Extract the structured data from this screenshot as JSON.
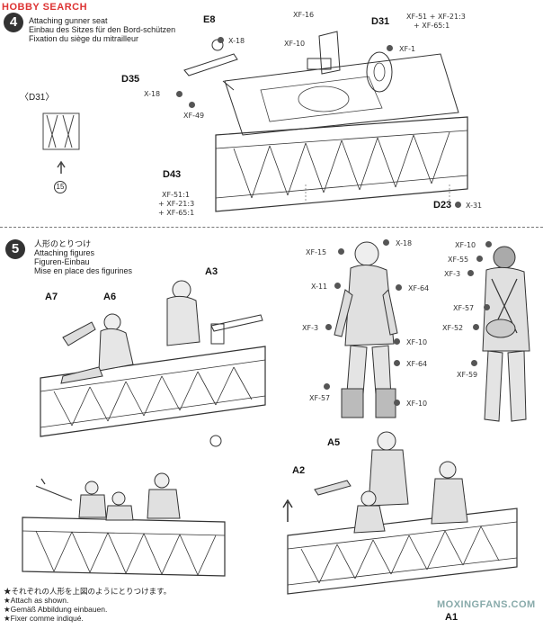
{
  "watermark_top": "HOBBY SEARCH",
  "step4": {
    "number": "4",
    "title_line1": "Attaching gunner seat",
    "title_line2": "Einbau des Sitzes für den Bord-schützen",
    "title_line3": "Fixation du siège du mitrailleur",
    "inset_label": "D31",
    "inset_ref": "15",
    "parts": {
      "e8": "E8",
      "d35": "D35",
      "d31": "D31",
      "d43": "D43",
      "d23": "D23"
    },
    "codes": {
      "x18a": "X-18",
      "xf16": "XF-16",
      "xf10": "XF-10",
      "xf51mix": "XF-51 + XF-21:3",
      "xf65": "+ XF-65:1",
      "xf1": "XF-1",
      "x18b": "X-18",
      "xf49": "XF-49",
      "x31": "X-31",
      "d43_l1": "XF-51:1",
      "d43_l2": "+ XF-21:3",
      "d43_l3": "+ XF-65:1"
    }
  },
  "step5": {
    "number": "5",
    "title_jp": "人形のとりつけ",
    "title_en": "Attaching figures",
    "title_de": "Figuren-Einbau",
    "title_fr": "Mise en place des figurines",
    "parts": {
      "a3": "A3",
      "a7": "A7",
      "a6": "A6",
      "a5": "A5",
      "a2": "A2",
      "a1": "A1"
    },
    "fig1_codes": [
      "XF-15",
      "X-18",
      "X-11",
      "XF-64",
      "XF-3",
      "XF-10",
      "XF-64",
      "XF-57",
      "XF-10"
    ],
    "fig2_codes": [
      "XF-10",
      "XF-55",
      "XF-3",
      "XF-57",
      "XF-52",
      "XF-59"
    ],
    "note_jp": "それぞれの人形を上図のようにとりつけます。",
    "note_en": "Attach as shown.",
    "note_de": "Gemäß Abbildung einbauen.",
    "note_fr": "Fixer comme indiqué."
  },
  "watermark_bottom": "MOXINGFANS.COM"
}
